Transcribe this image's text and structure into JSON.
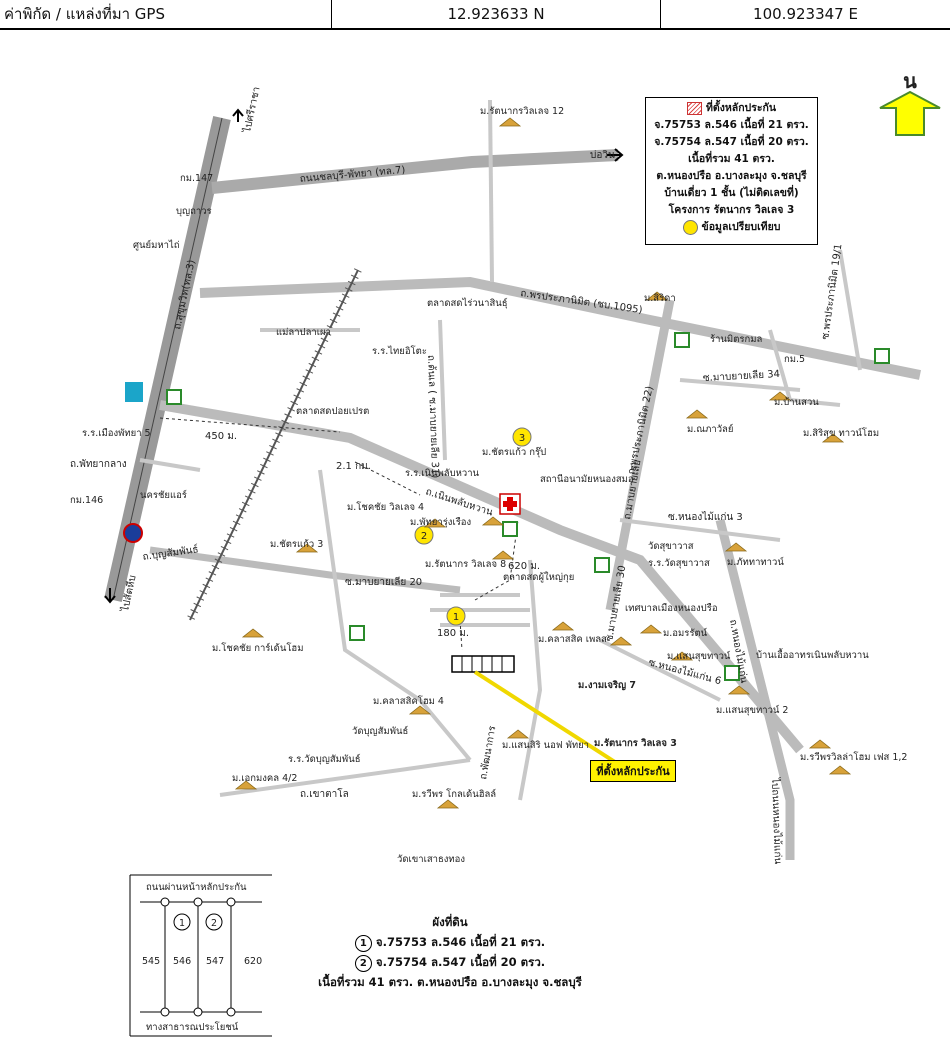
{
  "header": {
    "label": "ค่าพิกัด / แหล่งที่มา GPS",
    "lat": "12.923633  N",
    "lon": "100.923347  E"
  },
  "north": {
    "label": "น",
    "color": "#ffff00"
  },
  "legend": {
    "site_label": "ที่ตั้งหลักประกัน",
    "line1": "จ.75753 ล.546 เนื้อที่ 21 ตรว.",
    "line2": "จ.75754 ล.547 เนื้อที่ 20 ตรว.",
    "line3": "เนื้อที่รวม 41 ตรว.",
    "line4": "ต.หนองปรือ อ.บางละมุง จ.ชลบุรี",
    "line5": "บ้านเดี่ยว 1 ชั้น (ไม่ติดเลขที่)",
    "line6": "โครงการ รัตนากร วิลเลจ 3",
    "compare_label": "ข้อมูลเปรียบเทียบ"
  },
  "roads": {
    "chonburi_pattaya": "ถนนชลบุรี-พัทยา (ทล.7)",
    "bowin": "บ่อวิน",
    "to_sriracha": "ไปศรีราชา",
    "sukhumvit": "ถ.สุขุมวิท(ทล.3)",
    "to_sattahip": "ไปสัตหีบ",
    "phornprapanimit": "ถ.พรประภานิมิต (ชบ.1095)",
    "phornprapanimit22": "ถ.พรประภานิมิต 22)",
    "phornprapanimit19": "ซ.พรประภานิมิต 19/1",
    "pattaya_klang": "ถ.พัทยากลาง",
    "boonsamphan": "ถ.บุญสัมพันธ์",
    "noenplubwan": "ถ.เนินพลับหวาน",
    "tongsomboon": "ถ.ต้นเล ( ซ.มาบยายเลีย 31)",
    "maprai": "ถ.มาบยายเลีย",
    "maprai20": "ซ.มาบยายเลีย 20",
    "maprai34": "ซ.มาบยายเลีย 34",
    "maprai30": "ซ.มาบยายเลีย 30",
    "nongmaikaen3": "ซ.หนองไม้แก่น 3",
    "nongmaikaen6": "ซ.หนองไม้แก่น 6",
    "nongmaikaen": "ถ.หนองไม้แก่น",
    "to_nongmaikaen": "ไปถนนหนองไม้แก่น",
    "patamnak": "ถ.พัฒนาการ",
    "khaotalo": "ถ.เขาตาโล"
  },
  "distances": {
    "d450": "450 ม.",
    "d2_1": "2.1 กม.",
    "d620": "620 ม.",
    "d180": "180 ม."
  },
  "places": {
    "rattanakorn12": "ม.รัตนากรวิลเลจ 12",
    "km147": "กม.147",
    "boonthavorn": "บุญถาวร",
    "home_pro": "ศูนย์มหาไถ่",
    "talad_rai": "ตลาดสดไร่วนาสินธุ์",
    "mae_la": "แม่ลาปลาเผา",
    "school_thai": "ร.ร.ไทยอิโตะ",
    "m_sirida": "ม.สิริดา",
    "wan_mitr": "ร้านมิตรกมล",
    "km5": "กม.5",
    "school_pattaya5": "ร.ร.เมืองพัทยา 5",
    "talad_poy": "ตลาดสดปอยเปรต",
    "school_noen": "ร.ร.เนินพลับหวาน",
    "m_chatkaew_group": "ม.ชัตรแก้ว กรุ๊ป",
    "health": "สถานีอนามัยหนองสมอ",
    "km146": "กม.146",
    "nakrchai": "นครชัยแอร์",
    "m_chokchai4": "ม.โชคชัย วิลเลจ 4",
    "m_pattaya_rung": "ม.พัทยารุ่งเรือง",
    "m_chatkaew3": "ม.ชัตรแก้ว 3",
    "m_rattanakorn8": "ม.รัตนากร วิลเลจ 8",
    "talad_phu_yai": "ตลาดสดผู้ใหญ่กุย",
    "m_chokchai_garden": "ม.โชคชัย การ์เด้นโฮม",
    "wat_sukhawat": "วัดสุขาวาส",
    "school_sukhawat": "ร.ร.วัดสุขาวาส",
    "tessaban": "เทศบาลเมืองหนองปรือ",
    "m_phatthara": "ม.ภัททาทาวน์",
    "m_classic_pel": "ม.คลาสสิค เพลส",
    "m_amornrat": "ม.อมรรัตน์",
    "m_saenssuk_town": "ม.แสนสุขทาวน์",
    "ban_ua_athorn": "บ้านเอื้ออาทรเนินพลับหวาน",
    "m_ngam_charoen7": "ม.งามเจริญ 7",
    "m_saensuk2": "ม.แสนสุขทาวน์ 2",
    "m_classic_home4": "ม.คลาสสิคโฮม 4",
    "wat_boon": "วัดบุญสัมพันธ์",
    "school_wat_boon": "ร.ร.วัดบุญสัมพันธ์",
    "m_ekmongkol": "ม.เอกมงคล 4/2",
    "m_rattanakorn3": "ม.รัตนากร วิลเลจ 3",
    "m_saensiri": "ม.แสนสิริ นอฟ พัทยา",
    "m_rapee": "ม.รวีพร โกลเด้นฮิลล์",
    "wat_khao": "วัดเขาเสาธงทอง",
    "m_rapee_villa": "ม.รวีพรวิลล่าโฮม เฟส 1,2",
    "m_nawarat": "ม.ณภาวัลย์",
    "m_ban_suan": "ม.บ้านสวน",
    "m_sirisuk": "ม.สิริสุข ทาวน์โฮม"
  },
  "compare_points": [
    "1",
    "2",
    "3"
  ],
  "target_label": "ที่ตั้งหลักประกัน",
  "sketch": {
    "top_road": "ถนนผ่านหน้าหลักประกัน",
    "bottom_road": "ทางสาธารณประโยชน์",
    "lots": [
      "545",
      "546",
      "547",
      "620"
    ],
    "nums": [
      "1",
      "2"
    ]
  },
  "plan": {
    "title": "ผังที่ดิน",
    "l1": "จ.75753 ล.546 เนื้อที่ 21 ตรว.",
    "l2": "จ.75754 ล.547 เนื้อที่ 20 ตรว.",
    "l3": "เนื้อที่รวม 41 ตรว. ต.หนองปรือ อ.บางละมุง จ.ชลบุรี",
    "n1": "1",
    "n2": "2"
  }
}
